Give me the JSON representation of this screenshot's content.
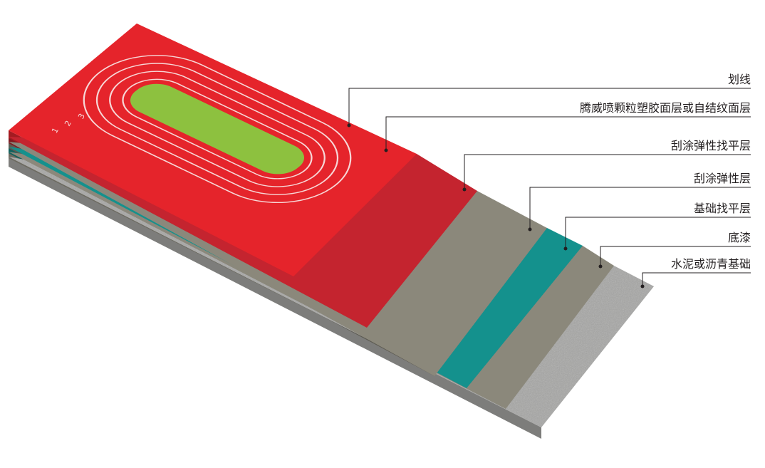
{
  "layers": [
    {
      "id": "marking",
      "label": "划线",
      "color": "#ffffff"
    },
    {
      "id": "surface",
      "label": "腾威喷颗粒塑胶面层或自结纹面层",
      "color": "#e5242b"
    },
    {
      "id": "elastic-leveling",
      "label": "刮涂弹性找平层",
      "color": "#c4242f"
    },
    {
      "id": "elastic",
      "label": "刮涂弹性层",
      "color": "#8b887b"
    },
    {
      "id": "base-leveling",
      "label": "基础找平层",
      "color": "#14918d"
    },
    {
      "id": "primer",
      "label": "底漆",
      "color": "#8b887b"
    },
    {
      "id": "foundation",
      "label": "水泥或沥青基础",
      "color": "#a6a6a4"
    }
  ],
  "infield_color": "#8dc13f",
  "lanes": [
    "1",
    "2",
    "3"
  ]
}
